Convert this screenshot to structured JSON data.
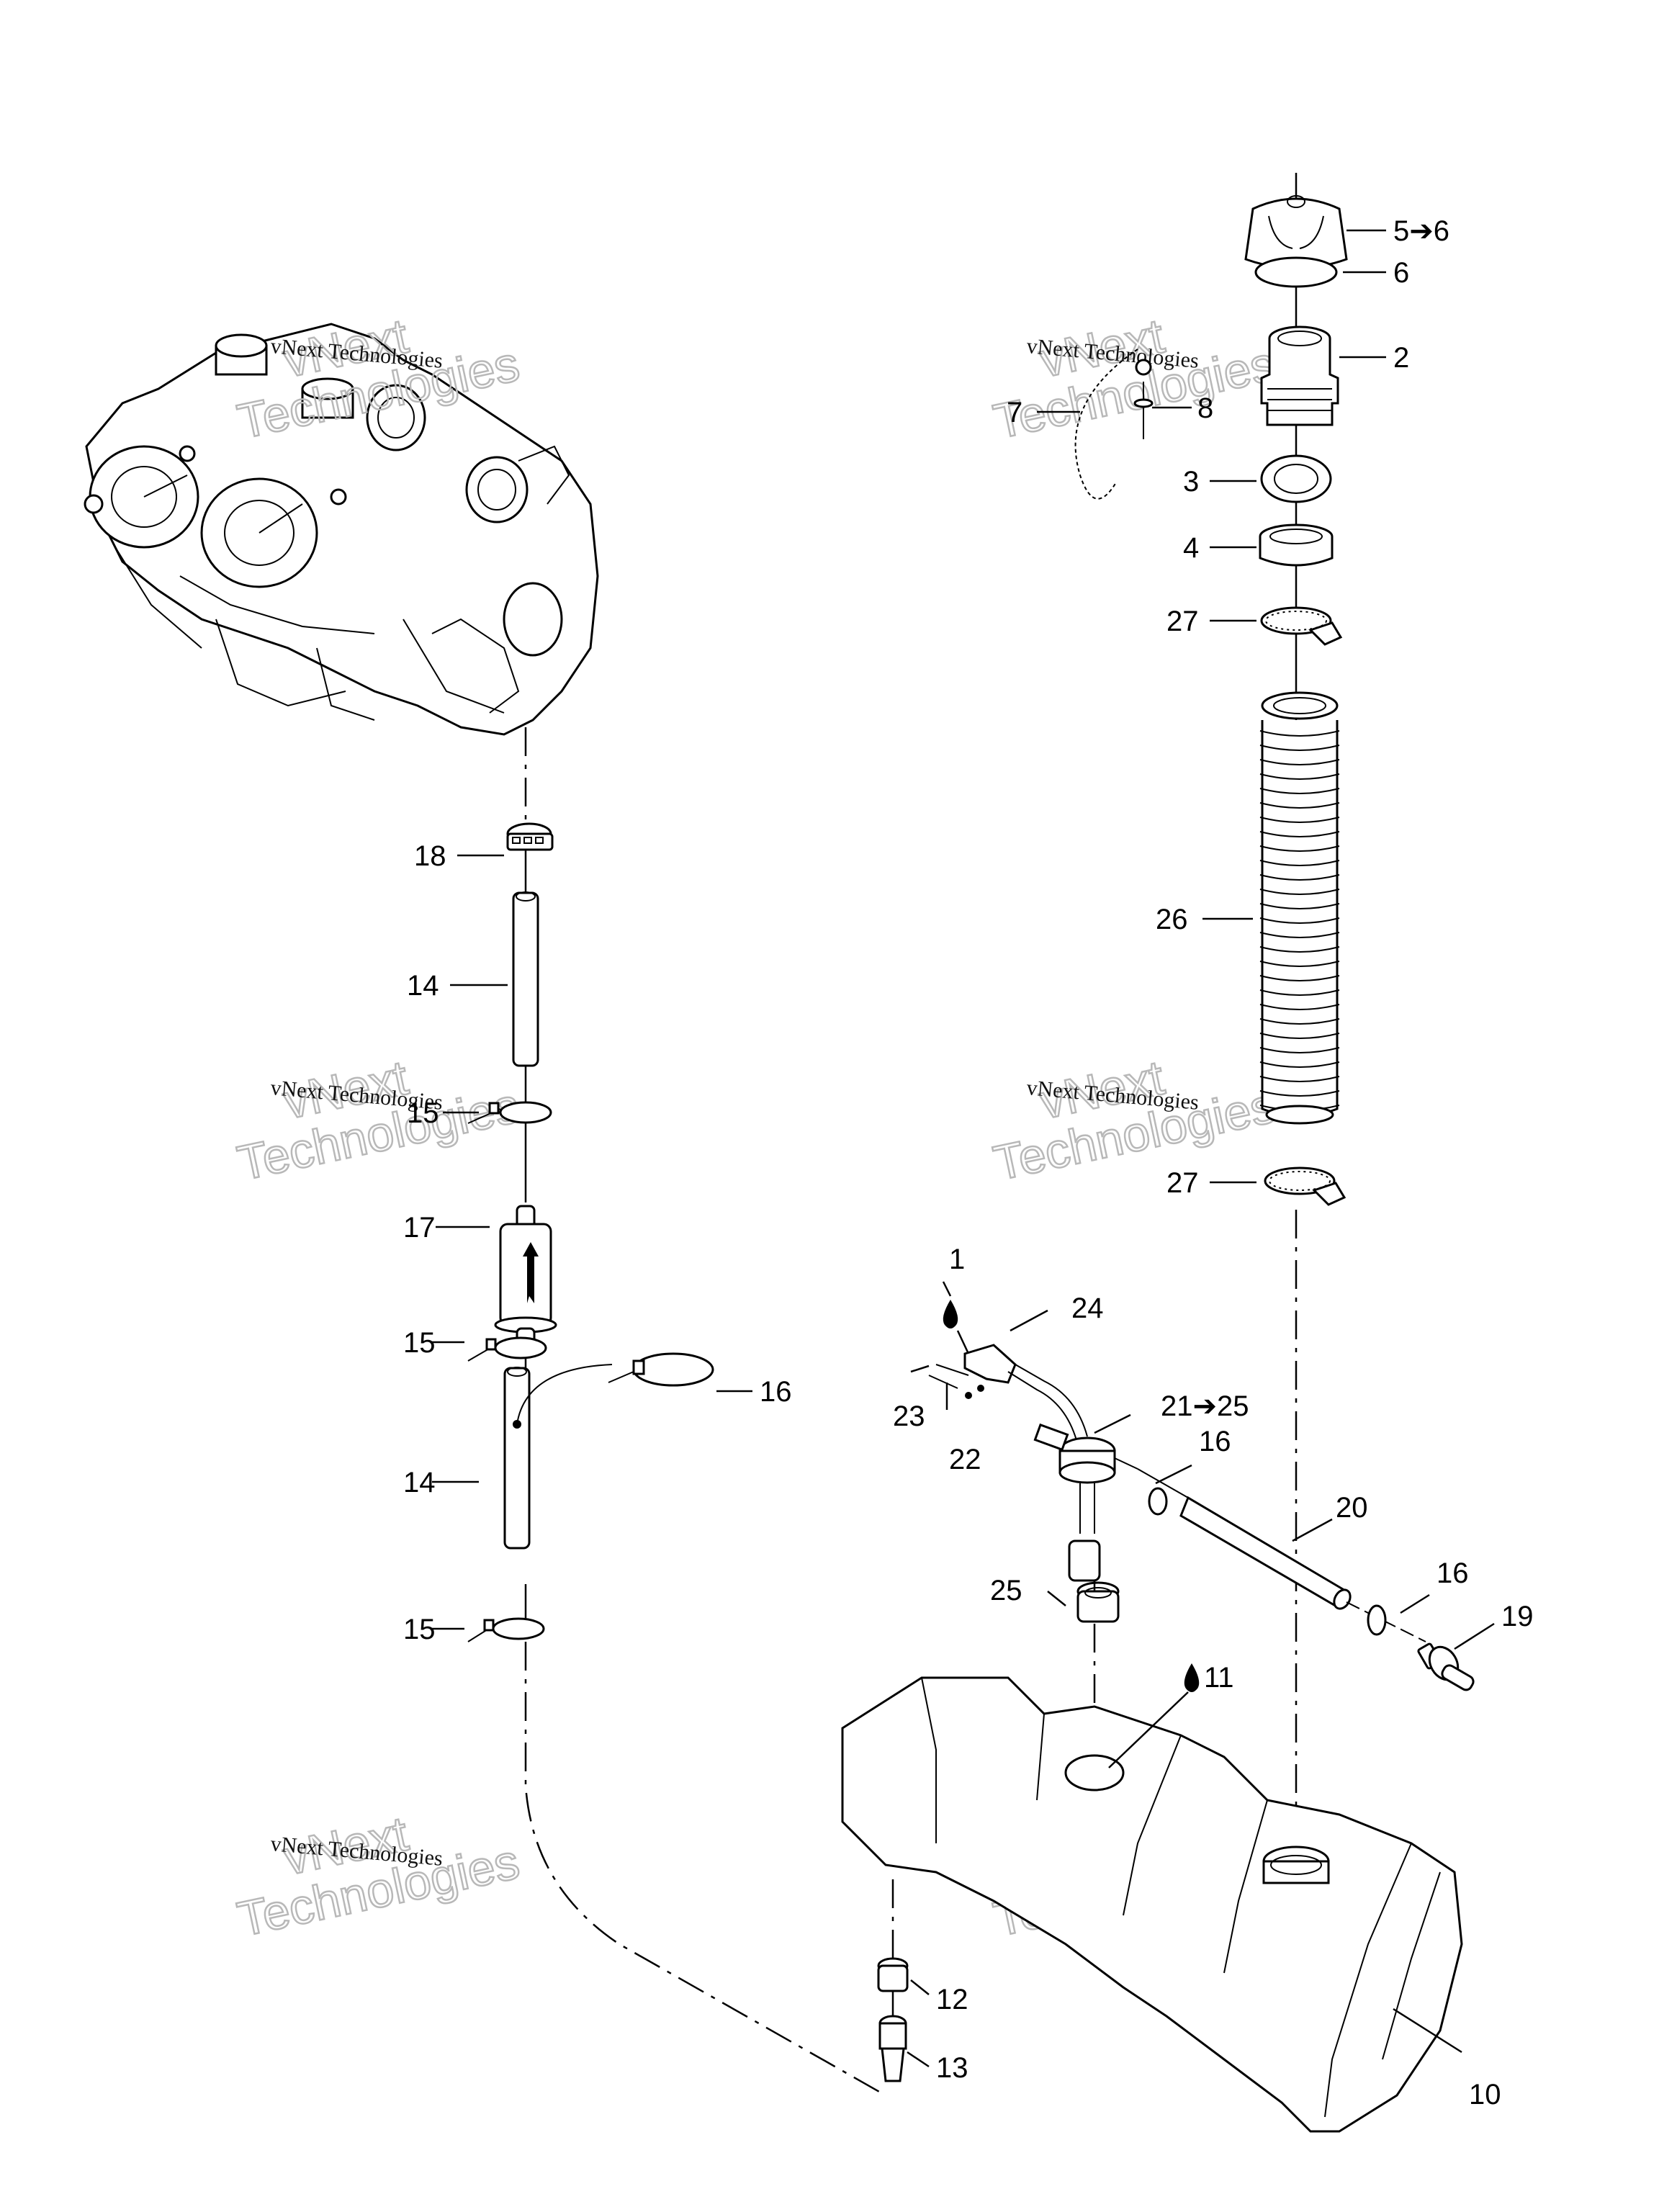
{
  "diagram": {
    "type": "exploded parts diagram",
    "subject": "Fuel system (engine, fuel lines, filler neck, fuel tank)",
    "line_color": "#000000",
    "background_color": "#ffffff",
    "watermark_color": "#b8b8b8",
    "watermark": {
      "line1": "vNext",
      "line2": "Technologies",
      "inline": "vNext Technologies"
    },
    "callouts": [
      {
        "id": "c5",
        "label": "5➔6",
        "part": "fuel-cap"
      },
      {
        "id": "c6",
        "label": "6",
        "part": "o-ring"
      },
      {
        "id": "c2",
        "label": "2",
        "part": "filler-neck"
      },
      {
        "id": "c7",
        "label": "7",
        "part": "bead-chain"
      },
      {
        "id": "c8",
        "label": "8",
        "part": "rivet"
      },
      {
        "id": "c3",
        "label": "3",
        "part": "gasket"
      },
      {
        "id": "c4",
        "label": "4",
        "part": "nut"
      },
      {
        "id": "c27a",
        "label": "27",
        "part": "hose-clamp-upper"
      },
      {
        "id": "c26",
        "label": "26",
        "part": "bellows-hose"
      },
      {
        "id": "c27b",
        "label": "27",
        "part": "hose-clamp-lower"
      },
      {
        "id": "c18",
        "label": "18",
        "part": "ear-clamp"
      },
      {
        "id": "c14a",
        "label": "14",
        "part": "fuel-hose-upper"
      },
      {
        "id": "c15a",
        "label": "15",
        "part": "tie-clamp-1"
      },
      {
        "id": "c17",
        "label": "17",
        "part": "fuel-filter"
      },
      {
        "id": "c15b",
        "label": "15",
        "part": "tie-clamp-2"
      },
      {
        "id": "c16a",
        "label": "16",
        "part": "cable-tie"
      },
      {
        "id": "c14b",
        "label": "14",
        "part": "fuel-hose-lower"
      },
      {
        "id": "c15c",
        "label": "15",
        "part": "tie-clamp-3"
      },
      {
        "id": "c1",
        "label": "1",
        "part": "sealant-drop",
        "icon": "drop-icon"
      },
      {
        "id": "c24",
        "label": "24",
        "part": "connector-housing"
      },
      {
        "id": "c23",
        "label": "23",
        "part": "terminal-pins"
      },
      {
        "id": "c22",
        "label": "22",
        "part": "seal-plugs"
      },
      {
        "id": "c21",
        "label": "21➔25",
        "part": "fuel-sender-pickup"
      },
      {
        "id": "c16b",
        "label": "16",
        "part": "clamp-sender"
      },
      {
        "id": "c20",
        "label": "20",
        "part": "vent-hose"
      },
      {
        "id": "c16c",
        "label": "16",
        "part": "clamp-vent"
      },
      {
        "id": "c19",
        "label": "19",
        "part": "check-valve"
      },
      {
        "id": "c25",
        "label": "25",
        "part": "grommet"
      },
      {
        "id": "c11",
        "label": "11",
        "part": "tank-opening",
        "icon": "drop-icon"
      },
      {
        "id": "c12",
        "label": "12",
        "part": "bushing"
      },
      {
        "id": "c13",
        "label": "13",
        "part": "outlet-fitting"
      },
      {
        "id": "c10",
        "label": "10",
        "part": "fuel-tank"
      }
    ]
  }
}
